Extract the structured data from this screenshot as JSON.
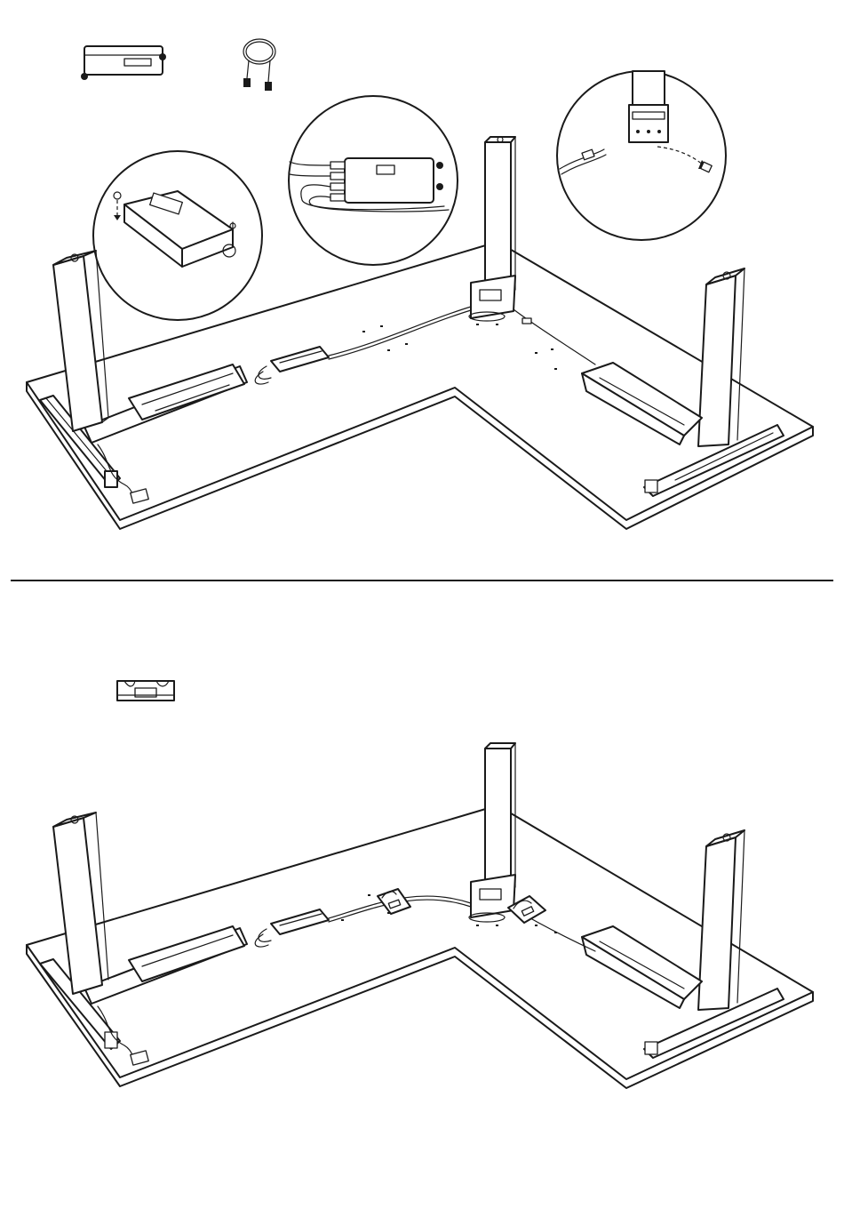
{
  "diagram": {
    "steps": [
      {
        "parts": [
          "control-box-part",
          "power-cable-part"
        ],
        "callouts": [
          "control-box-screw-detail",
          "cable-connection-detail",
          "leg-cable-plug-detail"
        ]
      },
      {
        "parts": [
          "cable-clip-part"
        ],
        "callouts": []
      }
    ],
    "colors": {
      "line": "#1a1a1a",
      "background": "#ffffff"
    },
    "icons": [
      "screw-icon",
      "arrow-icon"
    ]
  }
}
